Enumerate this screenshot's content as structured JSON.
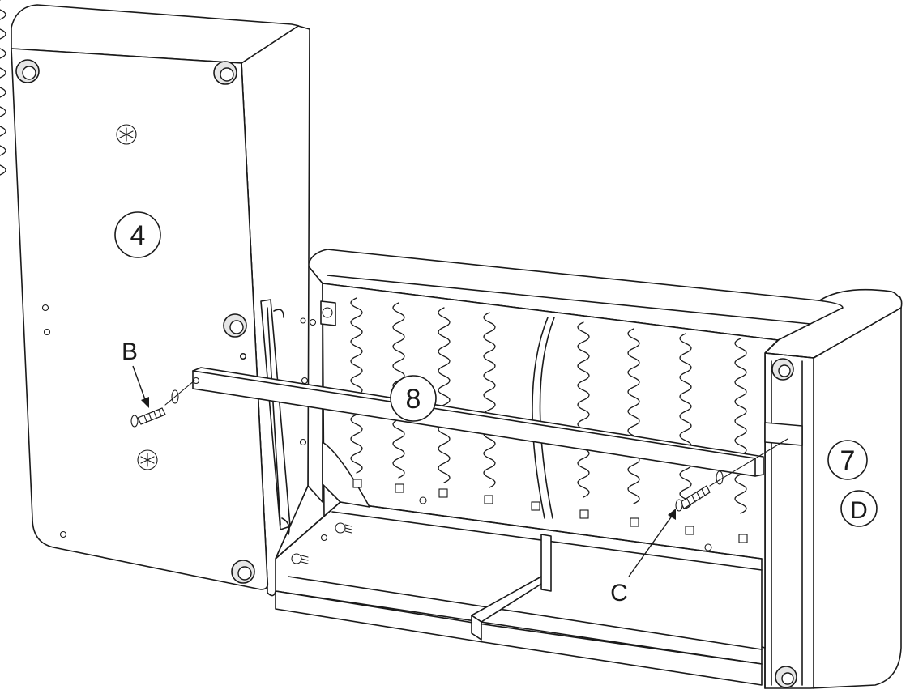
{
  "labels": {
    "part_4": "4",
    "part_8": "8",
    "part_7": "7",
    "part_d": "D",
    "hardware_b": "B",
    "hardware_c": "C"
  },
  "colors": {
    "line": "#1a1a1a",
    "background": "#ffffff",
    "foot_fill": "#e6e6e6"
  }
}
